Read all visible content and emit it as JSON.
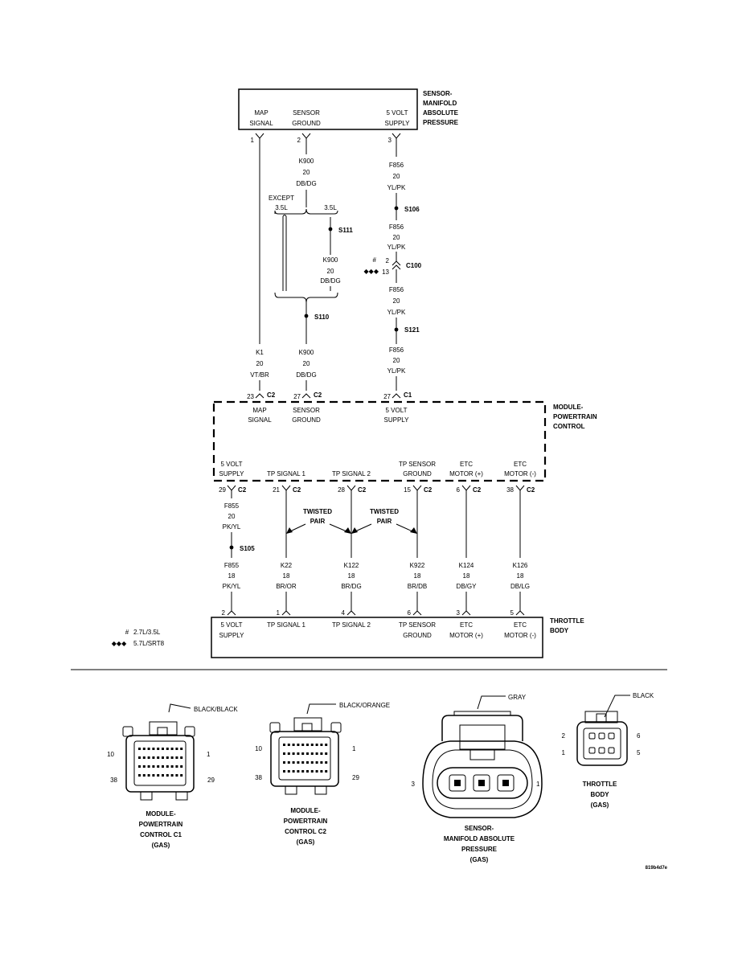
{
  "components": {
    "map_sensor": {
      "title": [
        "SENSOR-",
        "MANIFOLD",
        "ABSOLUTE",
        "PRESSURE"
      ],
      "pins": [
        [
          "MAP",
          "SIGNAL"
        ],
        [
          "SENSOR",
          "GROUND"
        ],
        [
          "5 VOLT",
          "SUPPLY"
        ]
      ]
    },
    "pcm": {
      "title": [
        "MODULE-",
        "POWERTRAIN",
        "CONTROL"
      ],
      "top_pins": [
        [
          "MAP",
          "SIGNAL"
        ],
        [
          "SENSOR",
          "GROUND"
        ],
        [
          "5 VOLT",
          "SUPPLY"
        ]
      ],
      "bottom_pins": [
        [
          "5 VOLT",
          "SUPPLY"
        ],
        [
          "TP SIGNAL 1",
          ""
        ],
        [
          "TP SIGNAL 2",
          ""
        ],
        [
          "TP SENSOR",
          "GROUND"
        ],
        [
          "ETC",
          "MOTOR (+)"
        ],
        [
          "ETC",
          "MOTOR (-)"
        ]
      ]
    },
    "throttle_body": {
      "title": [
        "THROTTLE",
        "BODY"
      ],
      "pins": [
        [
          "5 VOLT",
          "SUPPLY"
        ],
        [
          "TP SIGNAL 1",
          ""
        ],
        [
          "TP SIGNAL 2",
          ""
        ],
        [
          "TP SENSOR",
          "GROUND"
        ],
        [
          "ETC",
          "MOTOR (+)"
        ],
        [
          "ETC",
          "MOTOR (-)"
        ]
      ]
    }
  },
  "map_connector_pins": [
    "1",
    "2",
    "3"
  ],
  "wires_top": {
    "k900_a": [
      "K900",
      "20",
      "DB/DG"
    ],
    "f856_a": [
      "F856",
      "20",
      "YL/PK"
    ],
    "f856_b": [
      "F856",
      "20",
      "YL/PK"
    ],
    "k900_b": [
      "K900",
      "20",
      "DB/DG"
    ],
    "f856_c": [
      "F856",
      "20",
      "YL/PK"
    ],
    "k1": [
      "K1",
      "20",
      "VT/BR"
    ],
    "k900_c": [
      "K900",
      "20",
      "DB/DG"
    ],
    "f856_d": [
      "F856",
      "20",
      "YL/PK"
    ]
  },
  "splices": {
    "s106": "S106",
    "s111": "S111",
    "s110": "S110",
    "s121": "S121",
    "s105": "S105"
  },
  "except_label": "EXCEPT",
  "branch_left": "3.5L",
  "branch_right": "3.5L",
  "c100": {
    "name": "C100",
    "pin_a": "2",
    "pin_b": "13",
    "sym_a": "#",
    "sym_b": "◆◆◆"
  },
  "pcm_top_connectors": [
    [
      "23",
      "C2"
    ],
    [
      "27",
      "C2"
    ],
    [
      "27",
      "C1"
    ]
  ],
  "pcm_bottom_connectors": [
    [
      "29",
      "C2"
    ],
    [
      "21",
      "C2"
    ],
    [
      "28",
      "C2"
    ],
    [
      "15",
      "C2"
    ],
    [
      "6",
      "C2"
    ],
    [
      "38",
      "C2"
    ]
  ],
  "wire_f855_a": [
    "F855",
    "20",
    "PK/YL"
  ],
  "twisted_pair": [
    "TWISTED",
    "PAIR"
  ],
  "wires_bottom": [
    [
      "F855",
      "18",
      "PK/YL"
    ],
    [
      "K22",
      "18",
      "BR/OR"
    ],
    [
      "K122",
      "18",
      "BR/DG"
    ],
    [
      "K922",
      "18",
      "BR/DB"
    ],
    [
      "K124",
      "18",
      "DB/GY"
    ],
    [
      "K126",
      "18",
      "DB/LG"
    ]
  ],
  "throttle_connector_pins": [
    "2",
    "1",
    "4",
    "6",
    "3",
    "5"
  ],
  "legend": [
    {
      "symbol": "#",
      "text": "2.7L/3.5L"
    },
    {
      "symbol": "◆◆◆",
      "text": "5.7L/SRT8"
    }
  ],
  "views": {
    "pcm_c1": {
      "color": "BLACK/BLACK",
      "pins": [
        "10",
        "1",
        "38",
        "29"
      ],
      "caption": [
        "MODULE-",
        "POWERTRAIN",
        "CONTROL C1",
        "(GAS)"
      ]
    },
    "pcm_c2": {
      "color": "BLACK/ORANGE",
      "pins": [
        "10",
        "1",
        "38",
        "29"
      ],
      "caption": [
        "MODULE-",
        "POWERTRAIN",
        "CONTROL C2",
        "(GAS)"
      ]
    },
    "map": {
      "color": "GRAY",
      "pins": [
        "3",
        "1"
      ],
      "caption": [
        "SENSOR-",
        "MANIFOLD ABSOLUTE",
        "PRESSURE",
        "(GAS)"
      ]
    },
    "tb": {
      "color": "BLACK",
      "pins": [
        "2",
        "6",
        "1",
        "5"
      ],
      "caption": [
        "THROTTLE",
        "BODY",
        "(GAS)"
      ]
    }
  },
  "figure_id": "819b4d7e"
}
